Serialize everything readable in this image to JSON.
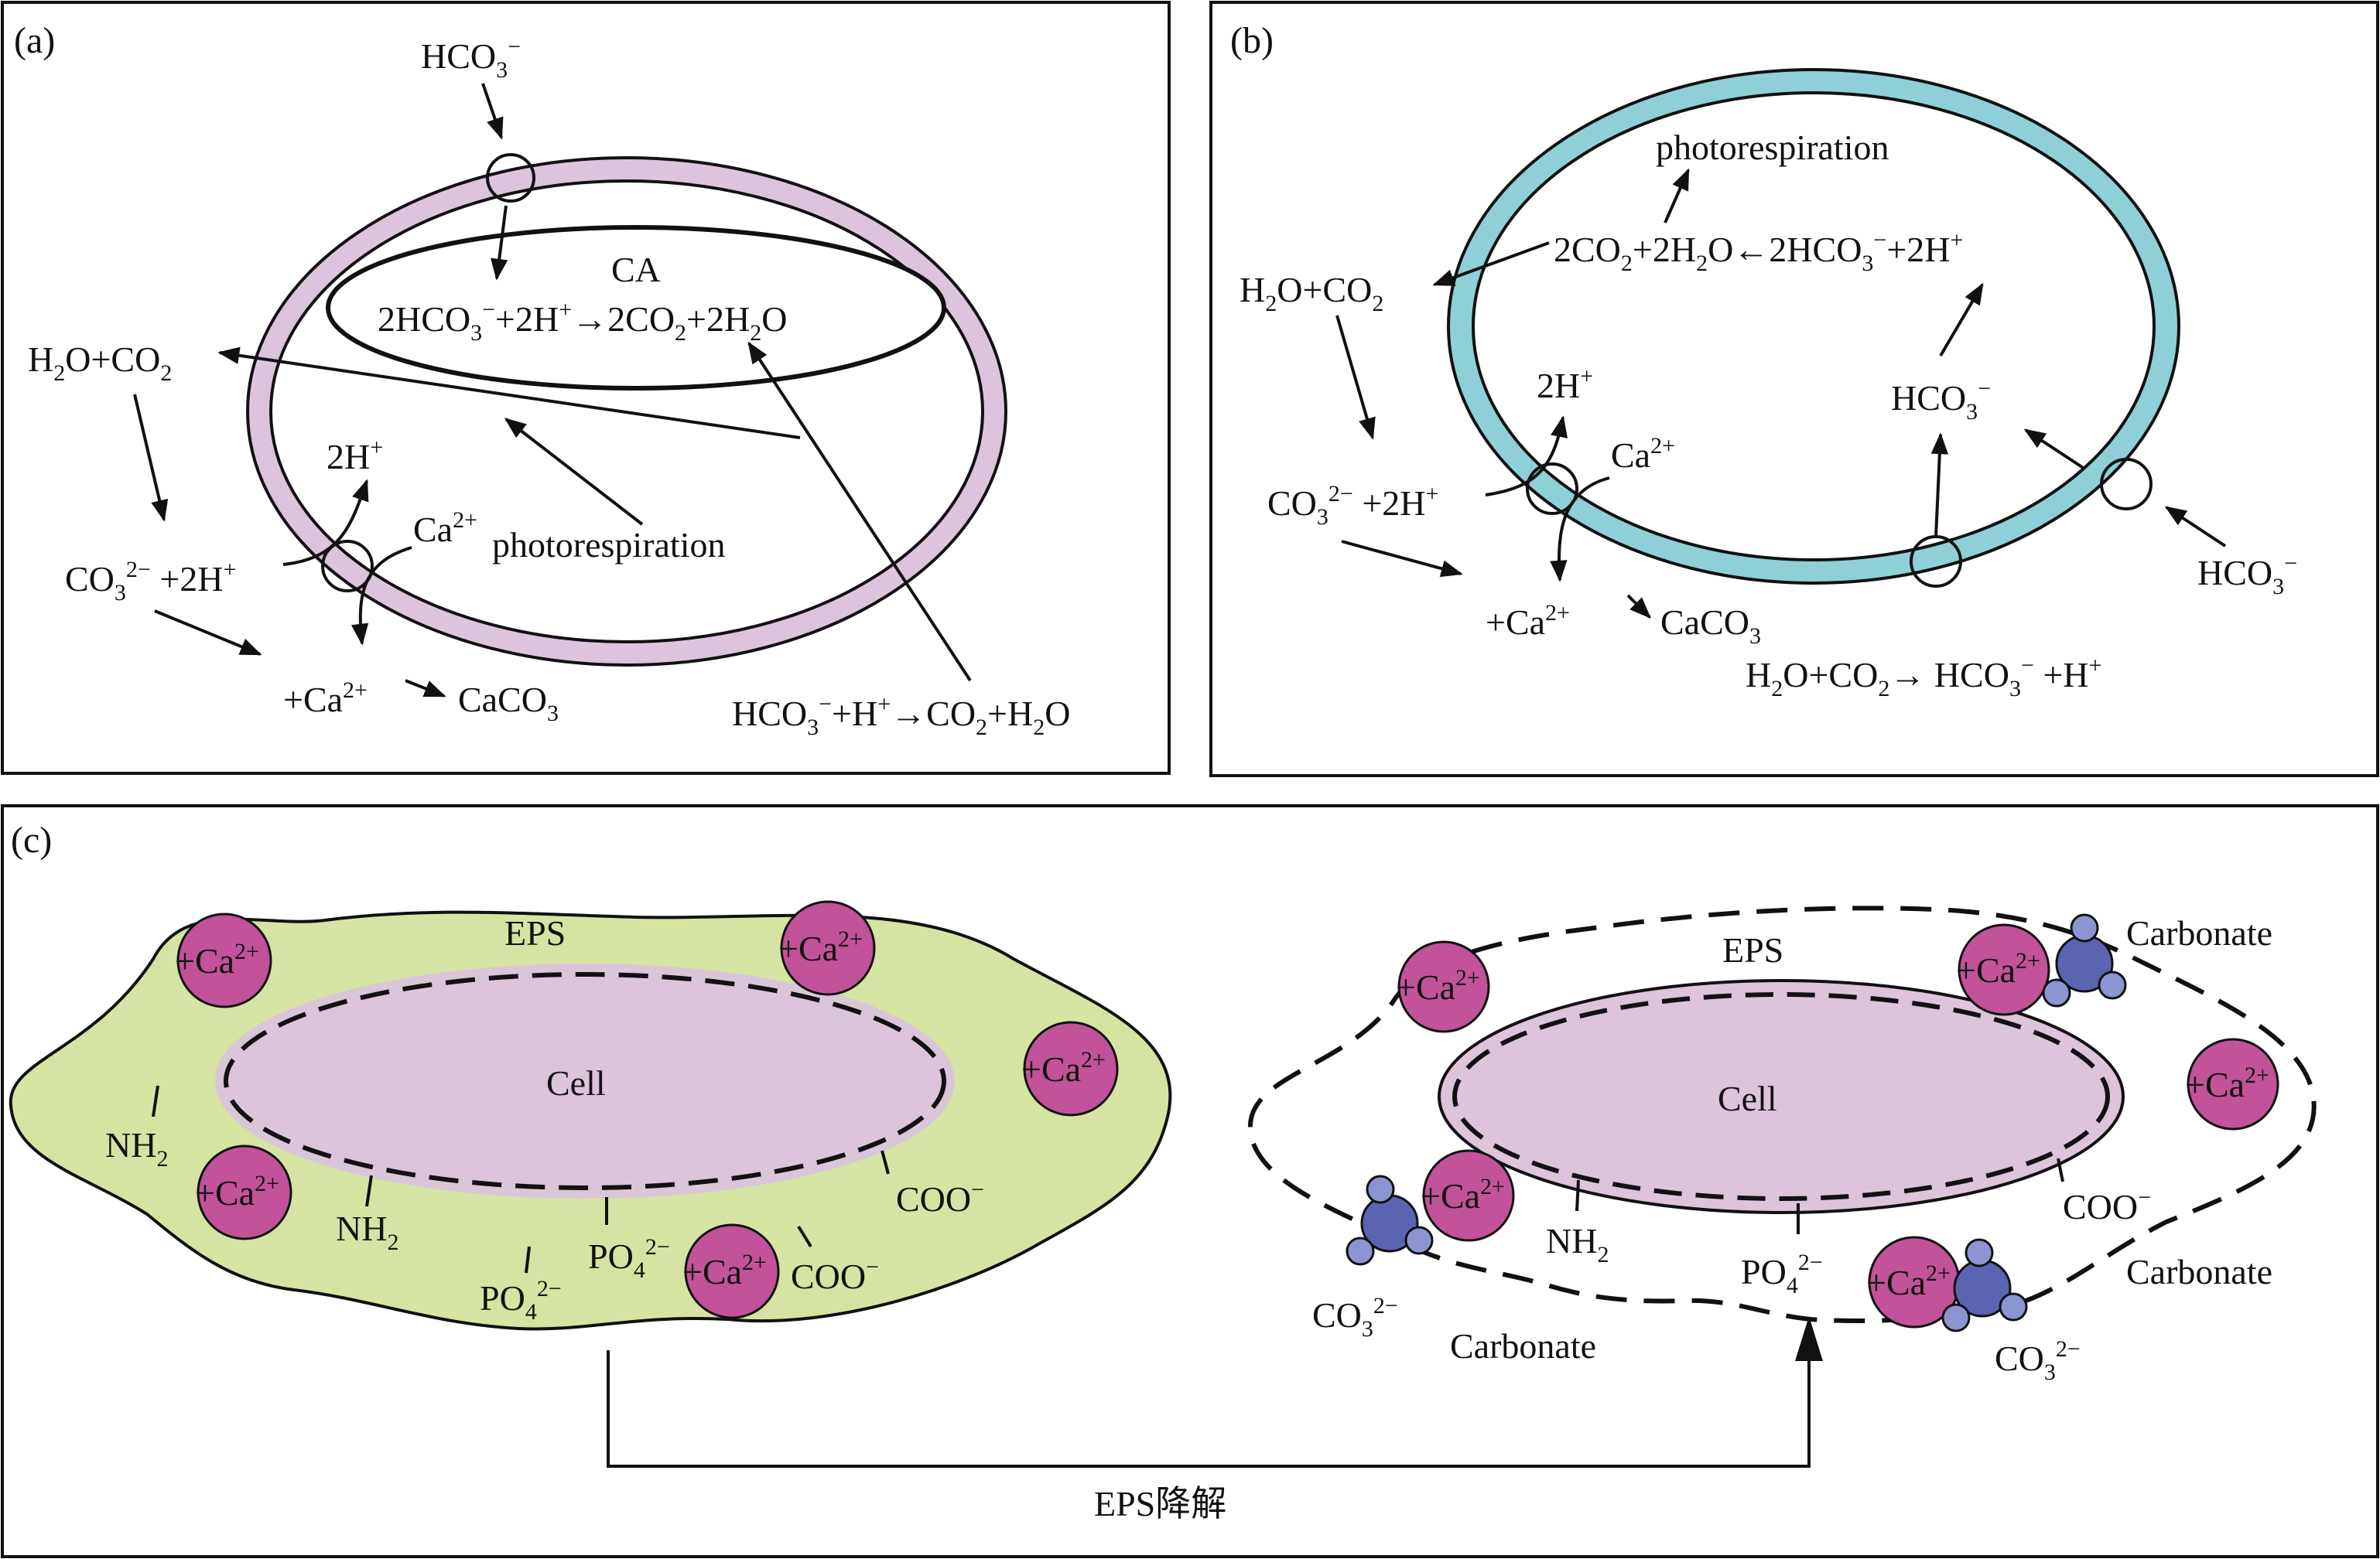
{
  "panels": [
    {
      "label": "(a)"
    },
    {
      "label": "(b)"
    },
    {
      "label": "(c)"
    }
  ],
  "panel_a": {
    "hco3_in": [
      [
        "HCO",
        ""
      ],
      [
        "3",
        "sub"
      ],
      [
        "−",
        "sup"
      ]
    ],
    "ca_label": "CA",
    "ca_reaction": [
      [
        "2HCO",
        ""
      ],
      [
        "3",
        "sub"
      ],
      [
        "−",
        "sup"
      ],
      [
        "+2H",
        ""
      ],
      [
        "+",
        "sup"
      ],
      [
        "→2CO",
        ""
      ],
      [
        "2",
        "sub"
      ],
      [
        "+2H",
        ""
      ],
      [
        "2",
        "sub"
      ],
      [
        "O",
        ""
      ]
    ],
    "h2o_co2": [
      [
        "H",
        ""
      ],
      [
        "2",
        "sub"
      ],
      [
        "O+CO",
        ""
      ],
      [
        "2",
        "sub"
      ]
    ],
    "two_h": [
      [
        "2H",
        ""
      ],
      [
        "+",
        "sup"
      ]
    ],
    "ca": [
      [
        "Ca",
        ""
      ],
      [
        "2+",
        "sup"
      ]
    ],
    "photorespiration": "photorespiration",
    "co3_2h": [
      [
        "CO",
        ""
      ],
      [
        "3",
        "sub"
      ],
      [
        "2−",
        "sup"
      ],
      [
        " +2H",
        ""
      ],
      [
        "+",
        "sup"
      ]
    ],
    "plus_ca": [
      [
        "+Ca",
        ""
      ],
      [
        "2+",
        "sup"
      ]
    ],
    "caco3": [
      [
        "CaCO",
        ""
      ],
      [
        "3",
        "sub"
      ]
    ],
    "bottom_reaction": [
      [
        "HCO",
        ""
      ],
      [
        "3",
        "sub"
      ],
      [
        "−",
        "sup"
      ],
      [
        "+H",
        ""
      ],
      [
        "+",
        "sup"
      ],
      [
        "→CO",
        ""
      ],
      [
        "2",
        "sub"
      ],
      [
        "+H",
        ""
      ],
      [
        "2",
        "sub"
      ],
      [
        "O",
        ""
      ]
    ]
  },
  "panel_b": {
    "photorespiration": "photorespiration",
    "reaction_top": [
      [
        "2CO",
        ""
      ],
      [
        "2",
        "sub"
      ],
      [
        "+2H",
        ""
      ],
      [
        "2",
        "sub"
      ],
      [
        "O←2HCO",
        ""
      ],
      [
        "3",
        "sub"
      ],
      [
        "−",
        "sup"
      ],
      [
        "+2H",
        ""
      ],
      [
        "+",
        "sup"
      ]
    ],
    "h2o_co2": [
      [
        "H",
        ""
      ],
      [
        "2",
        "sub"
      ],
      [
        "O+CO",
        ""
      ],
      [
        "2",
        "sub"
      ]
    ],
    "two_h": [
      [
        "2H",
        ""
      ],
      [
        "+",
        "sup"
      ]
    ],
    "ca": [
      [
        "Ca",
        ""
      ],
      [
        "2+",
        "sup"
      ]
    ],
    "hco3_inner": [
      [
        "HCO",
        ""
      ],
      [
        "3",
        "sub"
      ],
      [
        "−",
        "sup"
      ]
    ],
    "co3_2h": [
      [
        "CO",
        ""
      ],
      [
        "3",
        "sub"
      ],
      [
        "2−",
        "sup"
      ],
      [
        " +2H",
        ""
      ],
      [
        "+",
        "sup"
      ]
    ],
    "plus_ca": [
      [
        "+Ca",
        ""
      ],
      [
        "2+",
        "sup"
      ]
    ],
    "caco3": [
      [
        "CaCO",
        ""
      ],
      [
        "3",
        "sub"
      ]
    ],
    "hco3_outer": [
      [
        "HCO",
        ""
      ],
      [
        "3",
        "sub"
      ],
      [
        "−",
        "sup"
      ]
    ],
    "bottom_reaction": [
      [
        "H",
        ""
      ],
      [
        "2",
        "sub"
      ],
      [
        "O+CO",
        ""
      ],
      [
        "2",
        "sub"
      ],
      [
        "→ HCO",
        ""
      ],
      [
        "3",
        "sub"
      ],
      [
        "−",
        "sup"
      ],
      [
        " +H",
        ""
      ],
      [
        "+",
        "sup"
      ]
    ]
  },
  "panel_c": {
    "eps": "EPS",
    "cell": "Cell",
    "ca_ion": [
      [
        "+Ca",
        ""
      ],
      [
        "2+",
        "sup"
      ]
    ],
    "nh2": [
      [
        "NH",
        ""
      ],
      [
        "2",
        "sub"
      ]
    ],
    "coo": [
      [
        "COO",
        ""
      ],
      [
        "−",
        "sup"
      ]
    ],
    "po4": [
      [
        "PO",
        ""
      ],
      [
        "4",
        "sub"
      ],
      [
        "2−",
        "sup"
      ]
    ],
    "co3": [
      [
        "CO",
        ""
      ],
      [
        "3",
        "sub"
      ],
      [
        "2−",
        "sup"
      ]
    ],
    "carbonate": "Carbonate",
    "degradation": "EPS降解"
  },
  "colors": {
    "cell_a": "#ddc4dd",
    "cell_b": "#8fd0d8",
    "eps_fill": "#d6e4a3",
    "cell_fill": "#dcc4da",
    "ca_ion": "#c2529a",
    "carbonate_center": "#5a64b0",
    "carbonate_satellite": "#8c95d2",
    "ink": "#111111"
  }
}
